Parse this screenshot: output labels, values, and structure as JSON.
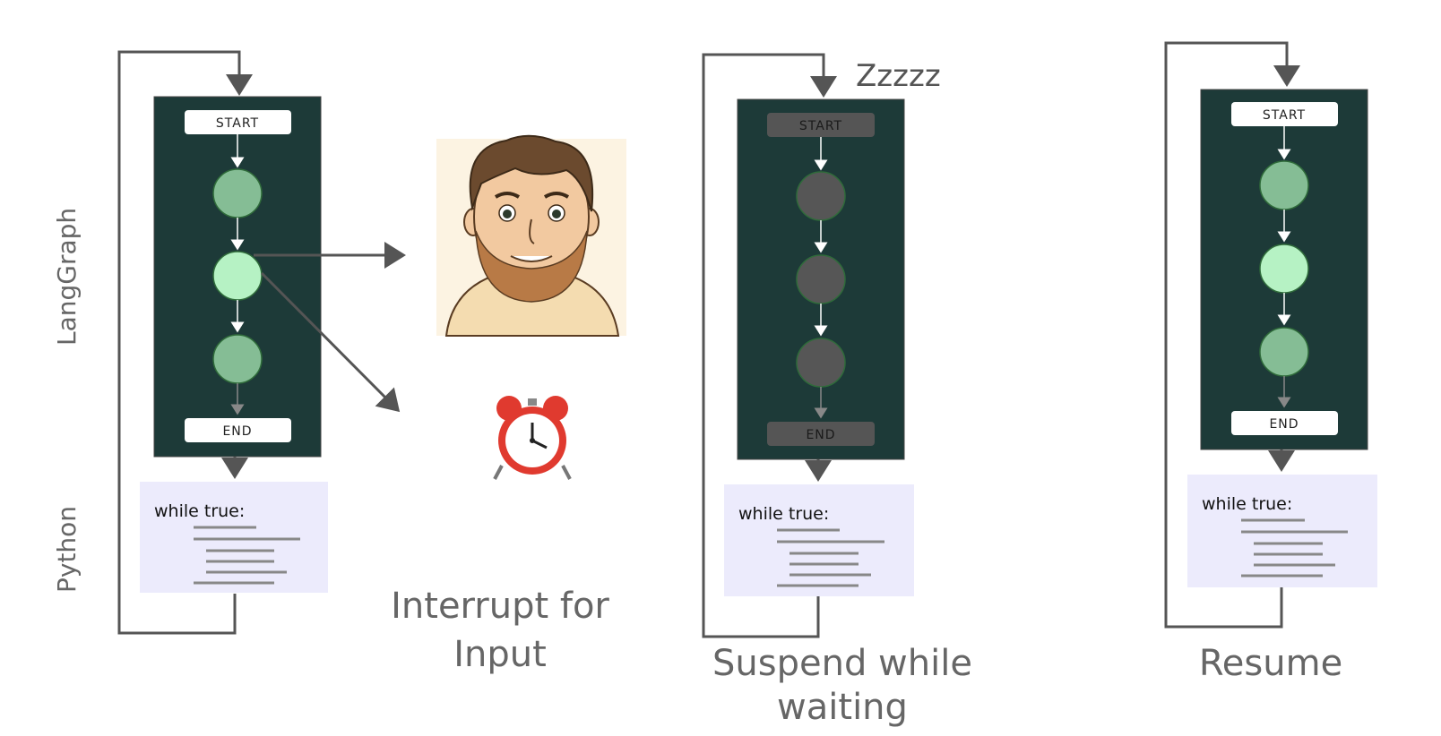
{
  "side_labels": {
    "langgraph": "LangGraph",
    "python": "Python"
  },
  "panels": [
    {
      "id": "interrupt",
      "caption_lines": [
        "Interrupt for",
        "Input"
      ],
      "nodes": {
        "start": "START",
        "end": "END"
      },
      "code": "while true:",
      "state": "active"
    },
    {
      "id": "suspend",
      "caption_lines": [
        "Suspend while",
        "waiting"
      ],
      "sleep_text": "Zzzzz",
      "nodes": {
        "start": "START",
        "end": "END"
      },
      "code": "while true:",
      "state": "suspended"
    },
    {
      "id": "resume",
      "caption_lines": [
        "Resume"
      ],
      "nodes": {
        "start": "START",
        "end": "END"
      },
      "code": "while true:",
      "state": "active"
    }
  ],
  "colors": {
    "graph_bg": "#1d3a38",
    "node_active": "#85bd95",
    "node_current": "#b6f2c4",
    "node_suspended": "#565656",
    "code_bg": "#ecebfc",
    "loop_line": "#555555"
  },
  "icons": {
    "person": "person-illustration",
    "clock": "alarm-clock-icon"
  }
}
